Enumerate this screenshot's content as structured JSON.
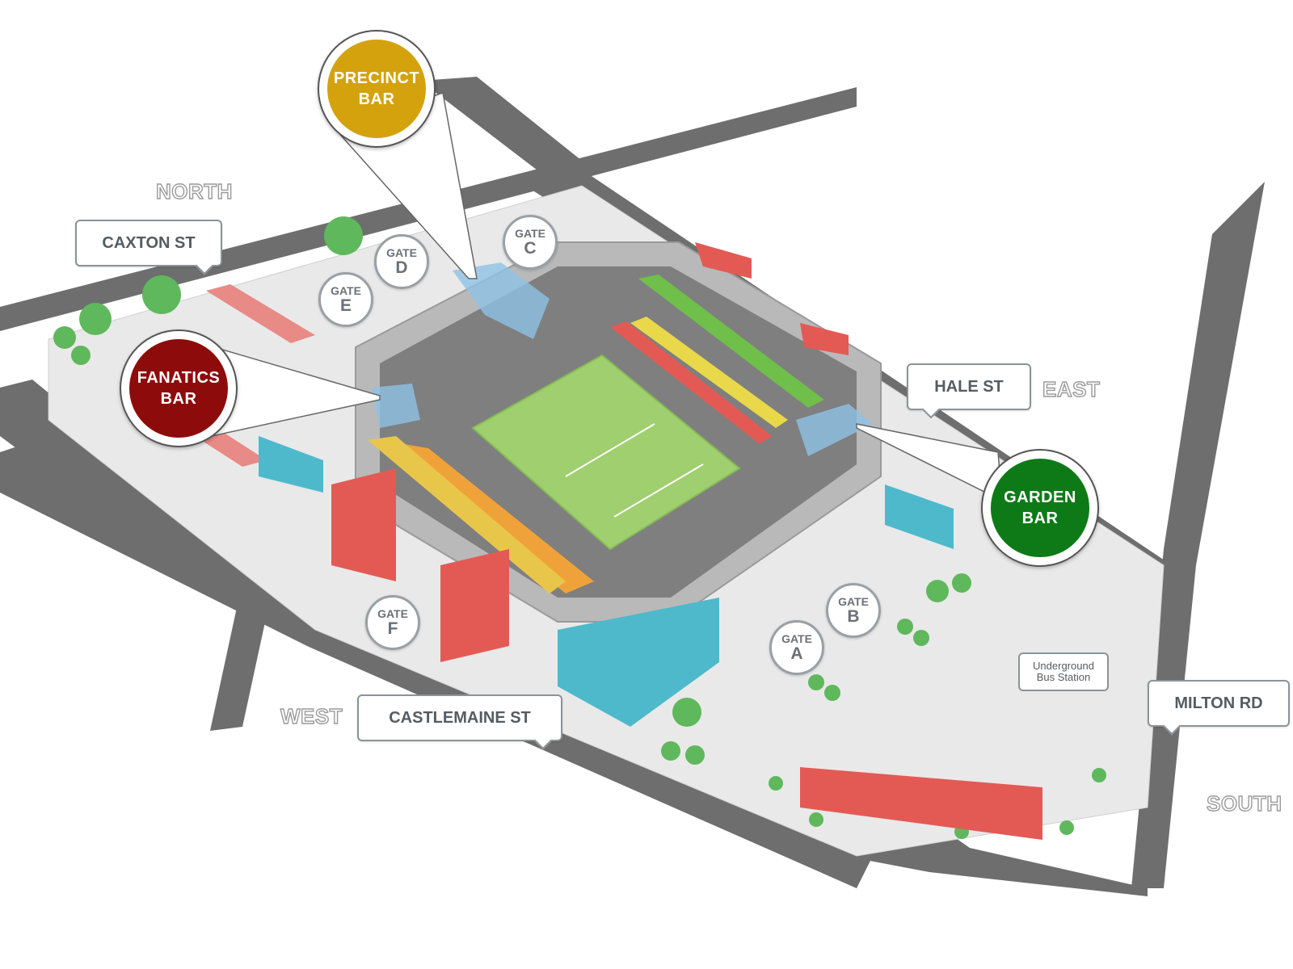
{
  "compass": {
    "north": "NORTH",
    "east": "EAST",
    "west": "WEST",
    "south": "SOUTH"
  },
  "streets": {
    "caxton": "CAXTON ST",
    "hale": "HALE ST",
    "castlemaine": "CASTLEMAINE ST",
    "milton": "MILTON RD"
  },
  "gates": [
    {
      "word": "GATE",
      "letter": "A"
    },
    {
      "word": "GATE",
      "letter": "B"
    },
    {
      "word": "GATE",
      "letter": "C"
    },
    {
      "word": "GATE",
      "letter": "D"
    },
    {
      "word": "GATE",
      "letter": "E"
    },
    {
      "word": "GATE",
      "letter": "F"
    }
  ],
  "bars": [
    {
      "label": "PRECINCT\nBAR",
      "color": "#d4a20d"
    },
    {
      "label": "FANATICS\nBAR",
      "color": "#8e0b0b"
    },
    {
      "label": "GARDEN\nBAR",
      "color": "#0d7a17"
    }
  ],
  "bus_station": "Underground\nBus Station",
  "colors": {
    "road": "#6f6f6f",
    "pitch": "#9fcf6e",
    "stand_red": "#e35a55",
    "stand_yellow": "#e8d84a",
    "stand_green": "#6fbf4a",
    "stand_orange": "#f0a23a",
    "glass": "#4fb9cc",
    "tree": "#5fb85c"
  }
}
